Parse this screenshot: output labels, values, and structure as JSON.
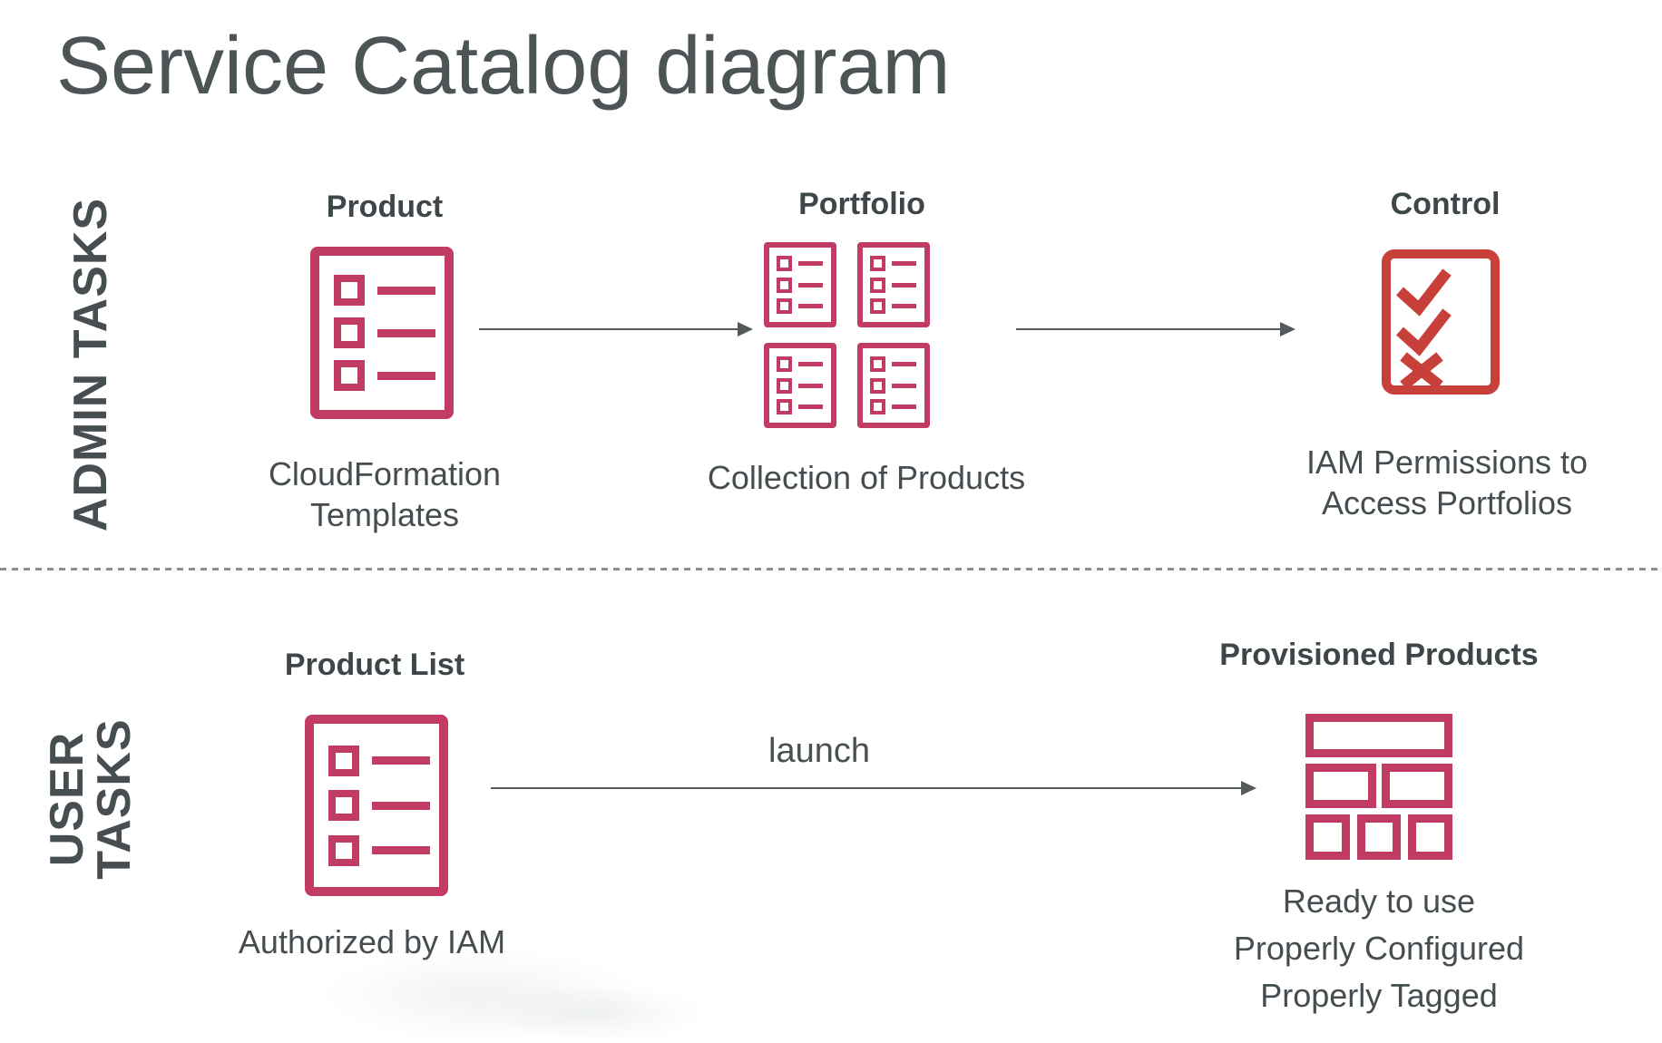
{
  "title": "Service Catalog diagram",
  "rows": {
    "admin": {
      "label": "ADMIN TASKS",
      "product": {
        "heading": "Product",
        "caption": "CloudFormation\nTemplates"
      },
      "portfolio": {
        "heading": "Portfolio",
        "caption": "Collection of Products"
      },
      "control": {
        "heading": "Control",
        "caption": "IAM Permissions to\nAccess Portfolios"
      }
    },
    "user": {
      "label": "USER TASKS",
      "product_list": {
        "heading": "Product List",
        "caption": "Authorized by IAM"
      },
      "launch_label": "launch",
      "provisioned": {
        "heading": "Provisioned Products",
        "caption": "Ready to use\nProperly Configured\nProperly Tagged"
      }
    }
  },
  "icons": {
    "product": "product-document-icon",
    "portfolio": "portfolio-documents-grid-icon",
    "control": "control-checklist-icon",
    "product_list": "product-list-document-icon",
    "provisioned": "provisioned-products-bricks-icon"
  },
  "colors": {
    "pink": "#c13b63",
    "red": "#c8403a",
    "heading_text": "#3e4649",
    "caption_text": "#454d50",
    "title_text": "#4c5456",
    "arrow": "#54595b",
    "divider": "#8d8d8d"
  }
}
